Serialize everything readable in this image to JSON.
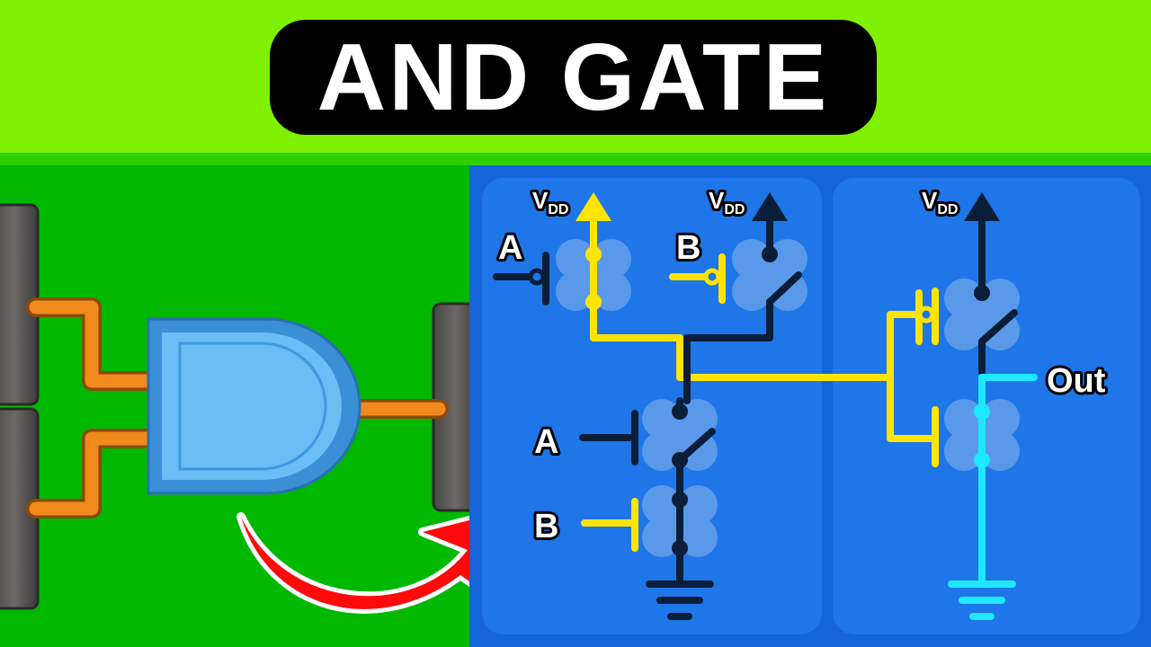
{
  "title": "AND GATE",
  "colors": {
    "banner": "#7ef000",
    "left_background": "#00b800",
    "right_background": "#1565d8",
    "gate": "#5eb3f2",
    "wire_orange": "#f08a1c",
    "yellow_wire": "#ffe400",
    "dark_wire": "#0a1e3a",
    "cyan_wire": "#1ee8ff",
    "arrow": "#ff0a0a"
  },
  "circuit": {
    "vdd_main": "V",
    "vdd_sub": "DD",
    "input_a": "A",
    "input_b": "B",
    "output": "Out"
  },
  "icons": [
    "and-gate-icon",
    "curved-arrow-icon",
    "ground-icon",
    "vdd-arrow-icon"
  ]
}
